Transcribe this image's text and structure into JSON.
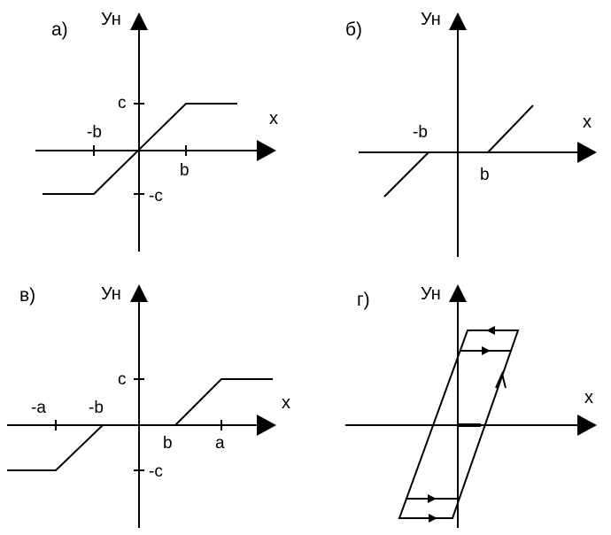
{
  "panels": {
    "a": {
      "label": "а)",
      "y_axis": "Ун",
      "x_axis": "х",
      "ticks": {
        "neg_b": "-b",
        "b": "b",
        "c": "c",
        "neg_c": "-c"
      }
    },
    "b": {
      "label": "б)",
      "y_axis": "Ун",
      "x_axis": "х",
      "ticks": {
        "neg_b": "-b",
        "b": "b"
      }
    },
    "v": {
      "label": "в)",
      "y_axis": "Ун",
      "x_axis": "х",
      "ticks": {
        "neg_a": "-a",
        "neg_b": "-b",
        "b": "b",
        "a": "a",
        "c": "c",
        "neg_c": "-c"
      }
    },
    "g": {
      "label": "г)",
      "y_axis": "Ун",
      "x_axis": "х"
    }
  }
}
